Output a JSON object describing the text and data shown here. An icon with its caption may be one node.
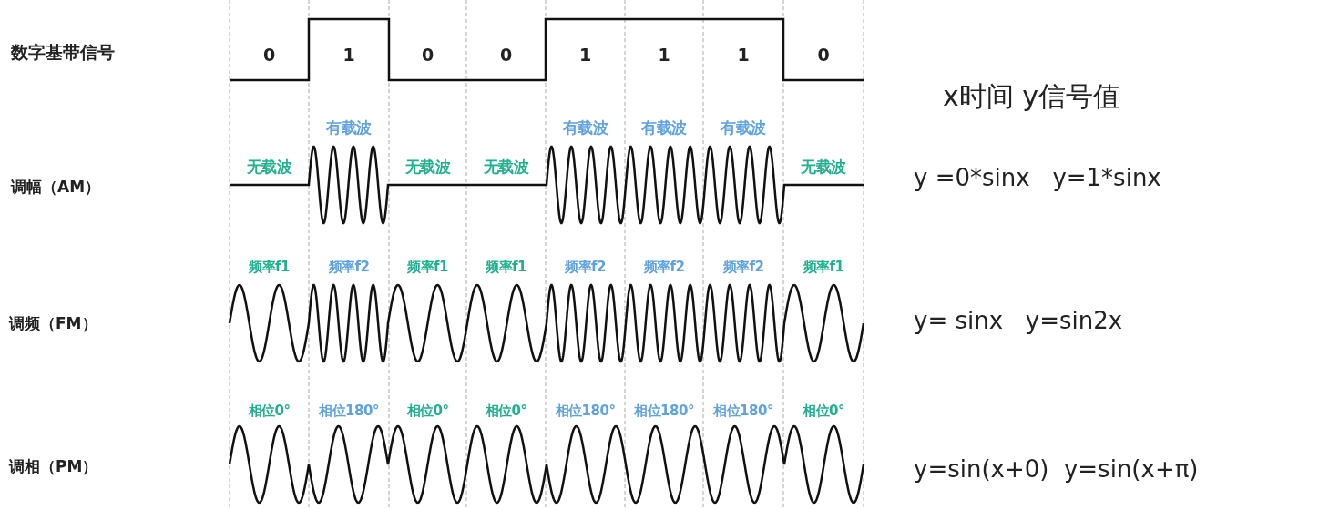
{
  "diagram": {
    "labels": [
      "数字基带信号",
      "0",
      "1",
      "0",
      "0",
      "1",
      "1",
      "1",
      "0",
      "x时间 y信号值",
      "有载波",
      "有载波",
      "有载波",
      "有载波",
      "调幅（AM）",
      "无载波",
      "无载波",
      "无载波",
      "无载波",
      "y =0*sinx   y=1*sinx",
      "频率f1",
      "频率f2",
      "频率f1",
      "频率f1",
      "频率f2",
      "频率f2",
      "频率f2",
      "频率f1",
      "调频（FM）",
      "y= sinx   y=sin2x",
      "相位0°",
      "相位180°",
      "相位0°",
      "相位0°",
      "相位180°",
      "相位180°",
      "相位180°",
      "相位0°",
      "调相（PM）",
      "y=sin(x+0)  y=sin(x+π)"
    ]
  }
}
